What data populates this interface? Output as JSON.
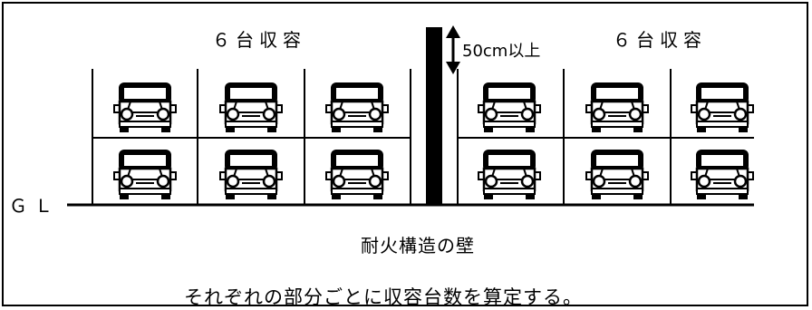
{
  "labels": {
    "left_capacity": "６台収容",
    "right_capacity": "６台収容",
    "clearance": "50cm以上",
    "ground_line": "ＧＬ",
    "wall": "耐火構造の壁",
    "note": "それぞれの部分ごとに収容台数を算定する。"
  },
  "parking": {
    "left": {
      "tiers": 2,
      "bays_per_tier": 3
    },
    "right": {
      "tiers": 2,
      "bays_per_tier": 3
    }
  },
  "colors": {
    "line": "#000000",
    "background": "#ffffff"
  }
}
